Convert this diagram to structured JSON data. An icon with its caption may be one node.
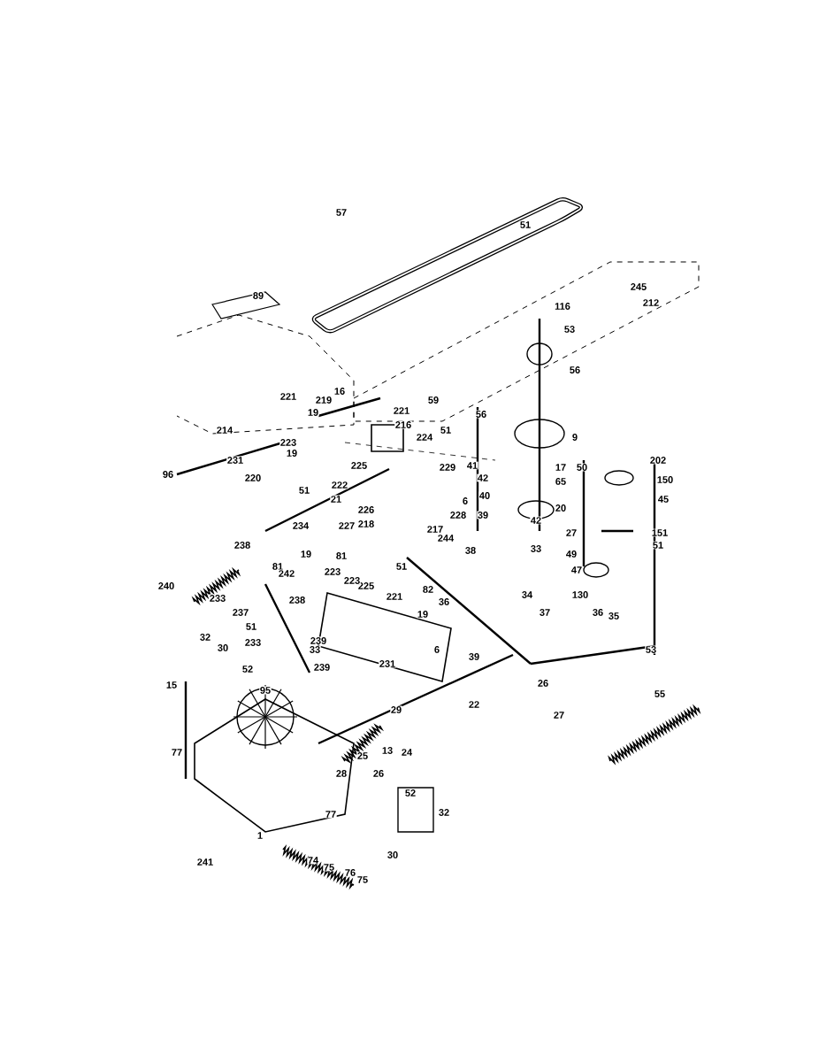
{
  "diagram": {
    "labels": [
      "51",
      "57",
      "245",
      "89",
      "212",
      "116",
      "53",
      "56",
      "221",
      "16",
      "59",
      "219",
      "19",
      "221",
      "56",
      "216",
      "51",
      "214",
      "9",
      "224",
      "223",
      "19",
      "231",
      "202",
      "41",
      "17",
      "50",
      "225",
      "229",
      "42",
      "65",
      "96",
      "220",
      "150",
      "51",
      "222",
      "40",
      "45",
      "6",
      "21",
      "20",
      "226",
      "228",
      "39",
      "42",
      "217",
      "218",
      "227",
      "234",
      "244",
      "27",
      "151",
      "51",
      "238",
      "33",
      "38",
      "19",
      "49",
      "81",
      "81",
      "242",
      "223",
      "51",
      "47",
      "225",
      "223",
      "240",
      "82",
      "130",
      "34",
      "221",
      "36",
      "233",
      "238",
      "36",
      "35",
      "237",
      "19",
      "37",
      "51",
      "32",
      "239",
      "233",
      "6",
      "53",
      "30",
      "33",
      "39",
      "231",
      "239",
      "52",
      "15",
      "95",
      "26",
      "55",
      "22",
      "29",
      "27",
      "13",
      "24",
      "77",
      "25",
      "28",
      "26",
      "52",
      "32",
      "77",
      "1",
      "30",
      "74",
      "241",
      "75",
      "76",
      "75"
    ]
  }
}
